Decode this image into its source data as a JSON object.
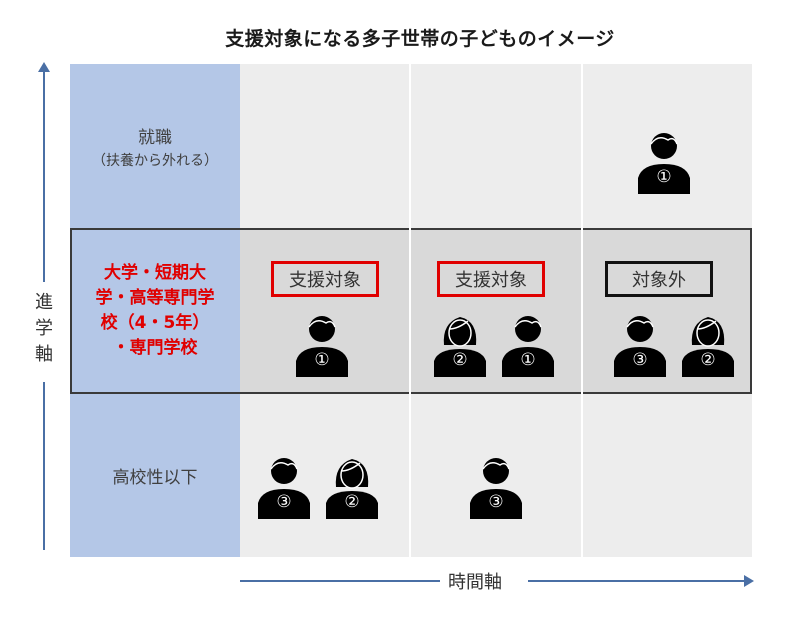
{
  "title": "支援対象になる多子世帯の子どものイメージ",
  "axes": {
    "vertical": {
      "label": "進学軸",
      "chars": [
        "進",
        "学",
        "軸"
      ]
    },
    "horizontal": {
      "label": "時間軸"
    }
  },
  "rows": {
    "top": {
      "label": "就職",
      "sublabel": "（扶養から外れる）"
    },
    "middle": {
      "label_lines": [
        "大学・短期大",
        "学・高等専門学",
        "校（4・5年）",
        "・専門学校"
      ],
      "highlight_color": "#e00000"
    },
    "bottom": {
      "label": "高校性以下"
    }
  },
  "columns": [
    {
      "tag": "支援対象",
      "tag_style": "red"
    },
    {
      "tag": "支援対象",
      "tag_style": "red"
    },
    {
      "tag": "対象外",
      "tag_style": "black"
    }
  ],
  "people": {
    "top_col3": [
      {
        "gender": "male",
        "num": "①"
      }
    ],
    "mid_col1": [
      {
        "gender": "male",
        "num": "①"
      }
    ],
    "mid_col2": [
      {
        "gender": "female",
        "num": "②"
      },
      {
        "gender": "male",
        "num": "①"
      }
    ],
    "mid_col3": [
      {
        "gender": "male",
        "num": "③"
      },
      {
        "gender": "female",
        "num": "②"
      }
    ],
    "bottom_col1": [
      {
        "gender": "male",
        "num": "③"
      },
      {
        "gender": "female",
        "num": "②"
      }
    ],
    "bottom_col2": [
      {
        "gender": "male",
        "num": "③"
      }
    ]
  },
  "colors": {
    "label_column": "#b4c7e7",
    "cell_light": "#ededed",
    "cell_highlight": "#d9d9d9",
    "accent_red": "#e00000",
    "axis": "#4a6fa5"
  }
}
